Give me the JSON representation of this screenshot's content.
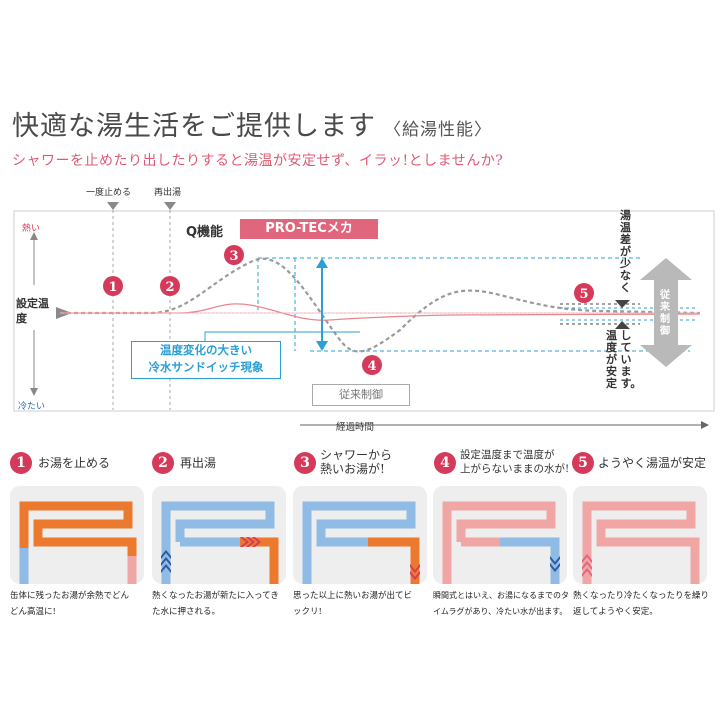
{
  "heading": {
    "main": "快適な湯生活をご提供します",
    "sub": "〈給湯性能〉"
  },
  "tagline": "シャワーを止めたり出したりすると湯温が安定せず、イラッ!としませんか?",
  "chart": {
    "marker_stop": "一度止める",
    "marker_restart": "再出湯",
    "y_hot": "熱い",
    "y_set": "設定温度",
    "y_cold": "冷たい",
    "x_label": "経過時間",
    "q_label": "Q機能",
    "protec_label": "PRO-TECメカ",
    "callout": [
      "温度変化の大きい",
      "冷水サンドイッチ現象"
    ],
    "conventional_label": "従来制御",
    "right_vertical": "湯温差が少なく",
    "right_vertical2": "温度が安定しています。",
    "right_arrow_label": "従来制御",
    "numbers": [
      "1",
      "2",
      "3",
      "4",
      "5"
    ],
    "colors": {
      "accent": "#d63a5a",
      "blue": "#2aa0d6",
      "grey": "#9a9a9a"
    }
  },
  "steps": [
    {
      "num": "1",
      "title": [
        "お湯を止める"
      ],
      "desc": [
        "缶体に残ったお湯が余熱でどん",
        "どん高温に!"
      ]
    },
    {
      "num": "2",
      "title": [
        "再出湯"
      ],
      "desc": [
        "熱くなったお湯が新たに入ってき",
        "た水に押される。"
      ]
    },
    {
      "num": "3",
      "title": [
        "シャワーから",
        "熱いお湯が!"
      ],
      "desc": [
        "思った以上に熱いお湯が出てビ",
        "ックリ!"
      ]
    },
    {
      "num": "4",
      "title": [
        "設定温度まで温度が",
        "上がらないままの水が!"
      ],
      "desc": [
        "瞬間式とはいえ、お湯になるまでのタ",
        "イムラグがあり、冷たい水が出ます。"
      ]
    },
    {
      "num": "5",
      "title": [
        "ようやく湯温が安定"
      ],
      "desc": [
        "熱くなったり冷たくなったりを繰り",
        "返してようやく安定。"
      ]
    }
  ]
}
